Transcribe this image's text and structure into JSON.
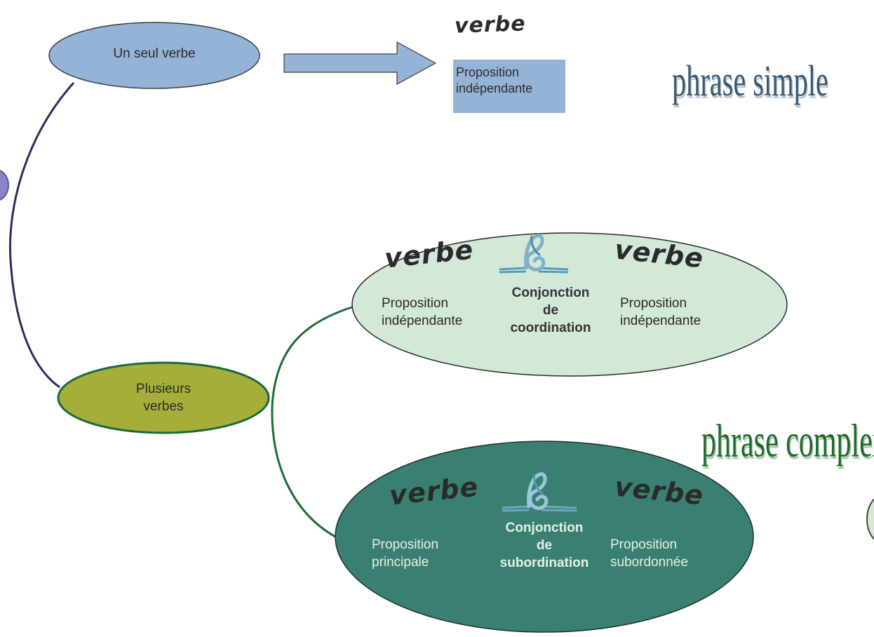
{
  "nodes": {
    "un_seul_verbe": "Un seul verbe",
    "plusieurs_verbes": [
      "Plusieurs",
      "verbes"
    ]
  },
  "top": {
    "verbe": "verbe",
    "proposition_independante": [
      "Proposition",
      "indépendante"
    ],
    "phrase_simple": "phrase simple"
  },
  "coordination": {
    "verbe_left": "verbe",
    "verbe_right": "verbe",
    "left": [
      "Proposition",
      "indépendante"
    ],
    "middle": [
      "Conjonction",
      "de",
      "coordination"
    ],
    "right": [
      "Proposition",
      "indépendante"
    ]
  },
  "subordination": {
    "verbe_left": "verbe",
    "verbe_right": "verbe",
    "left": [
      "Proposition",
      "principale"
    ],
    "middle": [
      "Conjonction",
      "de",
      "subordination"
    ],
    "right": [
      "Proposition",
      "subordonnée"
    ]
  },
  "phrase_complexe": "phrase complexe",
  "colors": {
    "node_blue": "#95b3d7",
    "node_olive": "#a5ae3a",
    "ellipse_light_green": "#d3e9d7",
    "ellipse_teal": "#3a8072",
    "connector_dark_blue": "#2c2c5e",
    "connector_green": "#1b6b3a",
    "rope_blue": "#7fb2c9"
  }
}
